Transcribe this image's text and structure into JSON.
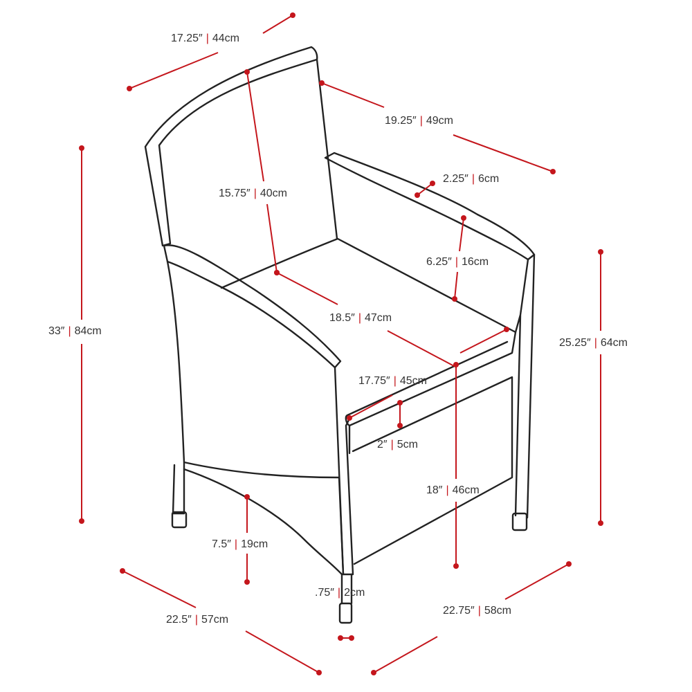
{
  "accent_color": "#c4161c",
  "line_color": "#222222",
  "dimensions": {
    "back_width": {
      "imperial": "17.25″",
      "metric": "44cm"
    },
    "back_depth": {
      "imperial": "19.25″",
      "metric": "49cm"
    },
    "arm_width": {
      "imperial": "2.25″",
      "metric": "6cm"
    },
    "back_height": {
      "imperial": "15.75″",
      "metric": "40cm"
    },
    "arm_height": {
      "imperial": "6.25″",
      "metric": "16cm"
    },
    "seat_depth": {
      "imperial": "18.5″",
      "metric": "47cm"
    },
    "total_height": {
      "imperial": "33″",
      "metric": "84cm"
    },
    "arm_floor_height": {
      "imperial": "25.25″",
      "metric": "64cm"
    },
    "seat_width": {
      "imperial": "17.75″",
      "metric": "45cm"
    },
    "cushion_thick": {
      "imperial": "2″",
      "metric": "5cm"
    },
    "seat_height": {
      "imperial": "18″",
      "metric": "46cm"
    },
    "leg_clearance": {
      "imperial": "7.5″",
      "metric": "19cm"
    },
    "leg_diameter": {
      "imperial": ".75″",
      "metric": "2cm"
    },
    "overall_depth": {
      "imperial": "22.5″",
      "metric": "57cm"
    },
    "overall_width": {
      "imperial": "22.75″",
      "metric": "58cm"
    }
  }
}
